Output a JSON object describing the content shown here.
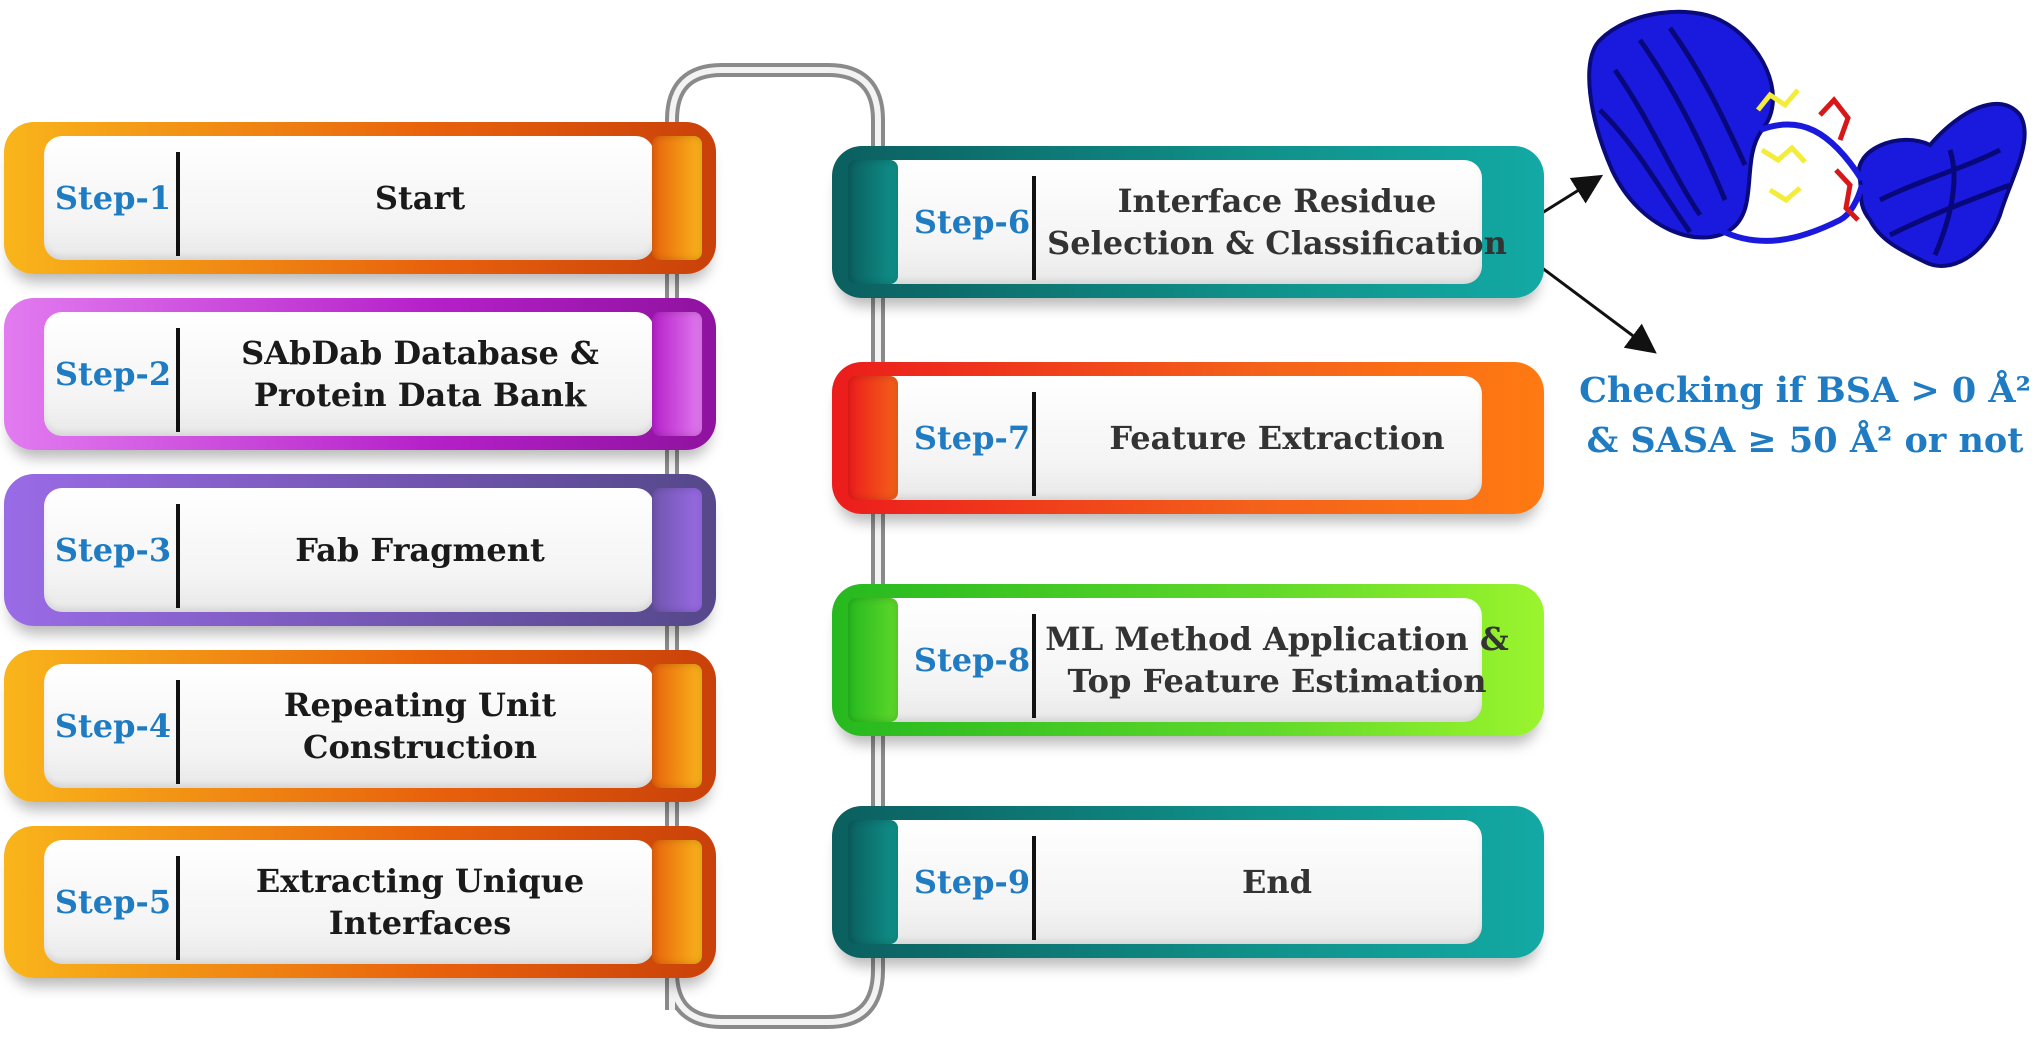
{
  "steps": [
    {
      "id": "s1",
      "num": "Step-1",
      "label": "Start",
      "side": "left",
      "color": "orange"
    },
    {
      "id": "s2",
      "num": "Step-2",
      "label": "SAbDab Database &\nProtein Data Bank",
      "side": "left",
      "color": "magenta"
    },
    {
      "id": "s3",
      "num": "Step-3",
      "label": "Fab Fragment",
      "side": "left",
      "color": "purple"
    },
    {
      "id": "s4",
      "num": "Step-4",
      "label": "Repeating Unit\nConstruction",
      "side": "left",
      "color": "orange"
    },
    {
      "id": "s5",
      "num": "Step-5",
      "label": "Extracting Unique\nInterfaces",
      "side": "left",
      "color": "orange"
    },
    {
      "id": "s6",
      "num": "Step-6",
      "label": "Interface Residue\nSelection & Classification",
      "side": "right",
      "color": "teal"
    },
    {
      "id": "s7",
      "num": "Step-7",
      "label": "Feature Extraction",
      "side": "right",
      "color": "red-orange"
    },
    {
      "id": "s8",
      "num": "Step-8",
      "label": "ML Method Application &\nTop Feature Estimation",
      "side": "right",
      "color": "green"
    },
    {
      "id": "s9",
      "num": "Step-9",
      "label": "End",
      "side": "right",
      "color": "teal"
    }
  ],
  "note": "Checking if BSA > 0 Å²\n& SASA ≥ 50 Å²  or not",
  "colors": {
    "orange": [
      "#f9b51b",
      "#e8620c",
      "#c9410a"
    ],
    "magenta": [
      "#e27bf0",
      "#b520c9",
      "#8f129f"
    ],
    "purple": [
      "#9a6be6",
      "#6f55ad",
      "#55488a"
    ],
    "teal": [
      "#0b5f5f",
      "#10918a",
      "#13a9a4"
    ],
    "red-orange": [
      "#ec1c1c",
      "#f3621a",
      "#ff7a12"
    ],
    "green": [
      "#26b91f",
      "#5fd82a",
      "#9bf42d"
    ],
    "text_blue": "#1f7bc2",
    "protein_blue": "#1212d8",
    "residue_yellow": "#f4ec3a",
    "residue_red": "#d81818"
  }
}
